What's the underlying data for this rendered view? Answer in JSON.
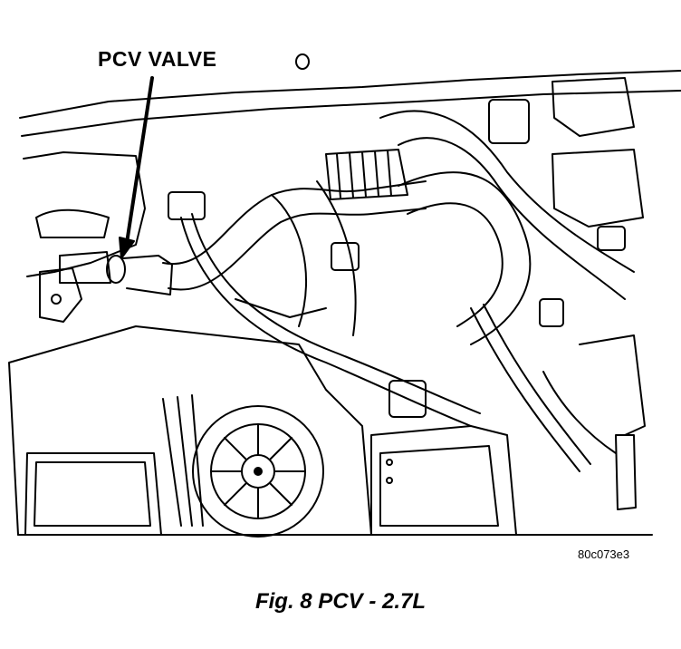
{
  "diagram": {
    "callout_label": "PCV VALVE",
    "image_code": "80c073e3",
    "caption": "Fig. 8 PCV - 2.7L"
  },
  "colors": {
    "line": "#000000",
    "background": "#ffffff"
  }
}
